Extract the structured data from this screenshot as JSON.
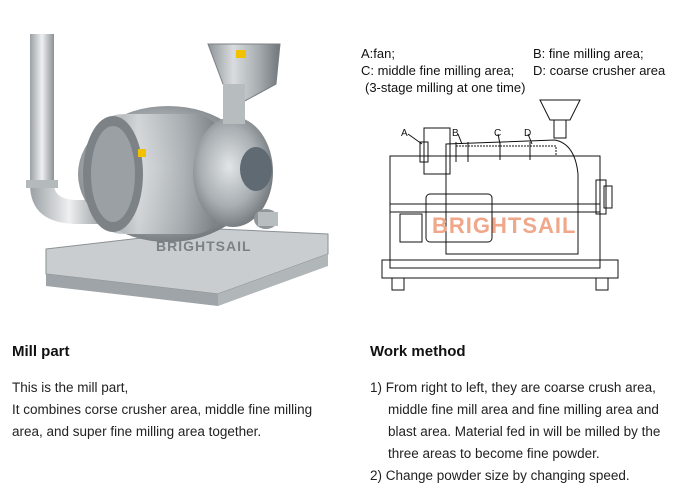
{
  "diagram": {
    "captions": {
      "a": "A:fan;",
      "b": "B: fine milling area;",
      "c": "C: middle fine milling area;",
      "d": "D: coarse crusher area",
      "note": "(3-stage milling at one time)"
    },
    "letters": [
      "A",
      "B",
      "C",
      "D"
    ]
  },
  "watermark": "BRIGHTSAIL",
  "mill_section": {
    "heading": "Mill part",
    "lines": [
      "This is the mill part,",
      "It combines corse crusher area, middle fine milling",
      "area, and super fine milling area together."
    ]
  },
  "work_section": {
    "heading": "Work method",
    "lines": [
      "1) From right to left, they are coarse crush area,",
      "middle fine mill area and fine milling area and",
      "blast area. Material fed in will be milled by the",
      "three areas to become fine powder.",
      "2) Change powder size by changing speed."
    ]
  }
}
